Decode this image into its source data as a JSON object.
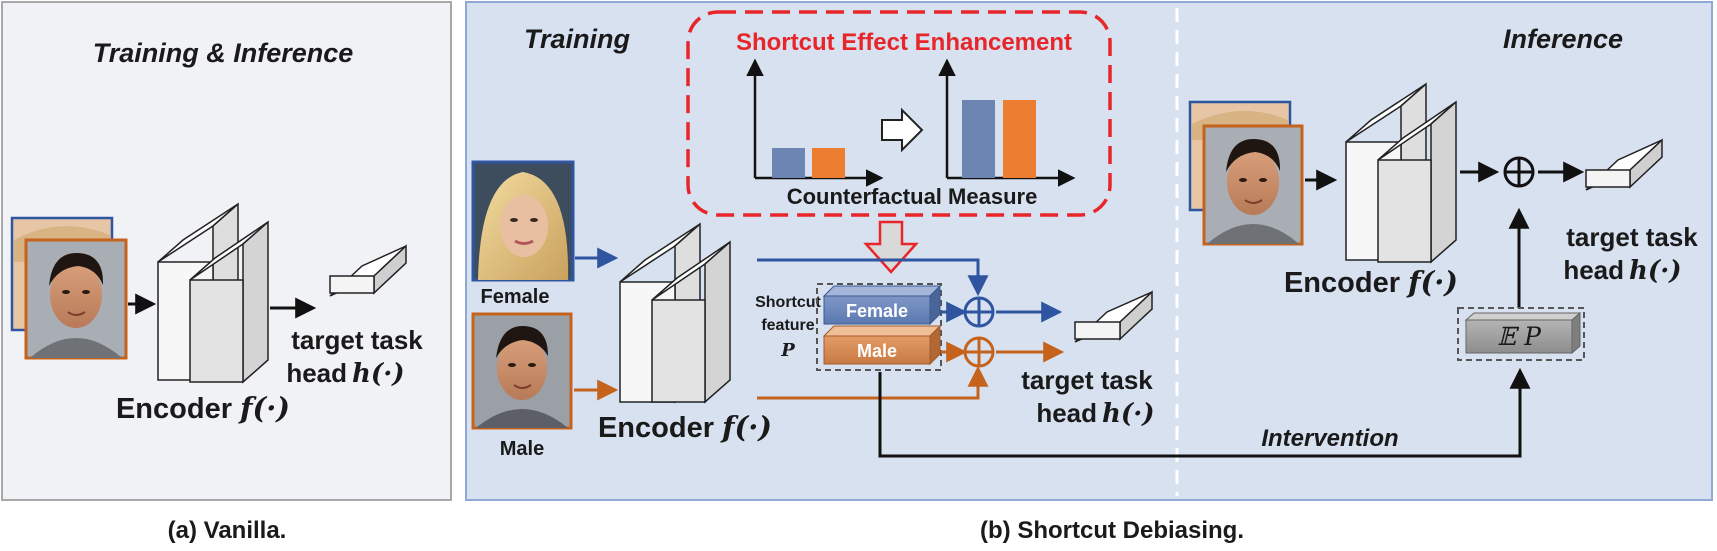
{
  "panel_a": {
    "title": "Training & Inference",
    "encoder_label": "Encoder",
    "encoder_fn": "f(·)",
    "head_line1": "target task",
    "head_line2": "head",
    "head_fn": "h(·)",
    "caption": "(a) Vanilla."
  },
  "panel_b": {
    "training_title": "Training",
    "inference_title": "Inference",
    "sce_title": "Shortcut Effect Enhancement",
    "counterfactual_label": "Counterfactual Measure",
    "female_label": "Female",
    "male_label": "Male",
    "shortcut_line1": "Shortcut",
    "shortcut_line2": "feature",
    "shortcut_symbol": "P",
    "feature_female": "Female",
    "feature_male": "Male",
    "encoder_label": "Encoder",
    "encoder_fn": "f(·)",
    "head_line1": "target task",
    "head_line2": "head",
    "head_fn": "h(·)",
    "intervention_label": "Intervention",
    "expectation_label": "𝔼 P",
    "caption": "(b) Shortcut Debiasing."
  },
  "colors": {
    "female_blue": "#2f55a0",
    "male_orange": "#c5631c",
    "bar_blue": "#6d85b3",
    "bar_orange": "#ed7d31",
    "sce_red": "#e8262a",
    "panel_b_bg": "#d7e1f0",
    "panel_a_bg": "#f1f2f6"
  },
  "icons": [
    "female-face-photo",
    "male-face-photo",
    "plus-circle-icon",
    "hollow-arrow-icon",
    "down-arrow-icon"
  ]
}
